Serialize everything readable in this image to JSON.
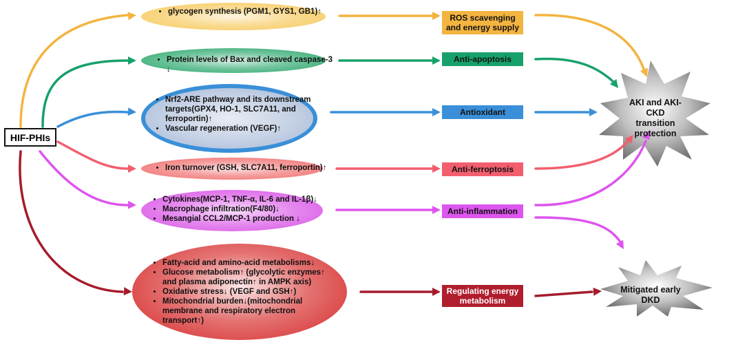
{
  "source": {
    "label": "HIF-PHIs"
  },
  "pathways": [
    {
      "id": "glycogen",
      "bullets": [
        "glycogen synthesis (PGM1, GYS1, GB1)↑"
      ],
      "effect": "ROS scavenging and energy supply",
      "colors": {
        "ellipse": "#f6c858",
        "rect": "#f3b440",
        "arrow": "#f3b440"
      }
    },
    {
      "id": "apoptosis",
      "bullets": [
        "Protein levels of Bax and cleaved caspase-3 ↓"
      ],
      "effect": "Anti-apoptosis",
      "colors": {
        "ellipse": "#27a66a",
        "rect": "#17a16a",
        "arrow": "#17a16a"
      }
    },
    {
      "id": "nrf2",
      "bullets": [
        "Nrf2-ARE pathway and its  downstream targets(GPX4, HO-1, SLC7A11, and ferroportin)↑",
        "Vascular regeneration (VEGF)↑"
      ],
      "effect": "Antioxidant",
      "colors": {
        "ellipse": "#3a8fd8",
        "rect": "#3a8fd8",
        "arrow": "#3a8fd8"
      }
    },
    {
      "id": "iron",
      "bullets": [
        "Iron turnover (GSH, SLC7A11, ferroportin)↑"
      ],
      "effect": "Anti-ferroptosis",
      "colors": {
        "ellipse": "#f06a6a",
        "rect": "#f25e6e",
        "arrow": "#f25e6e"
      }
    },
    {
      "id": "cytokines",
      "bullets": [
        "Cytokines(MCP-1, TNF-α,  IL-6 and IL-1β)↓",
        "Macrophage infiltration(F4/80)↓",
        "Mesangial CCL2/MCP-1 production ↓"
      ],
      "effect": "Anti-inflammation",
      "colors": {
        "ellipse": "#d94fe6",
        "rect": "#dd55ee",
        "arrow": "#dd55ee"
      }
    },
    {
      "id": "metabolism",
      "bullets": [
        "Fatty-acid and amino-acid metabolisms↓",
        "Glucose metabolism↑ (glycolytic enzymes↑ and  plasma adiponectin↑ in  AMPK  axis)",
        "Oxidative stress↓ (VEGF and GSH↑)",
        "Mitochondrial burden↓(mitochondrial membrane and respiratory electron transport↑)"
      ],
      "effect": "Regulating energy metabolism",
      "colors": {
        "ellipse": "#d62828",
        "rect": "#b01e2e",
        "arrow": "#a61b2b"
      }
    }
  ],
  "outcomes": {
    "aki": "AKI and AKI-CKD transition protection",
    "dkd": "Mitigated early DKD"
  }
}
